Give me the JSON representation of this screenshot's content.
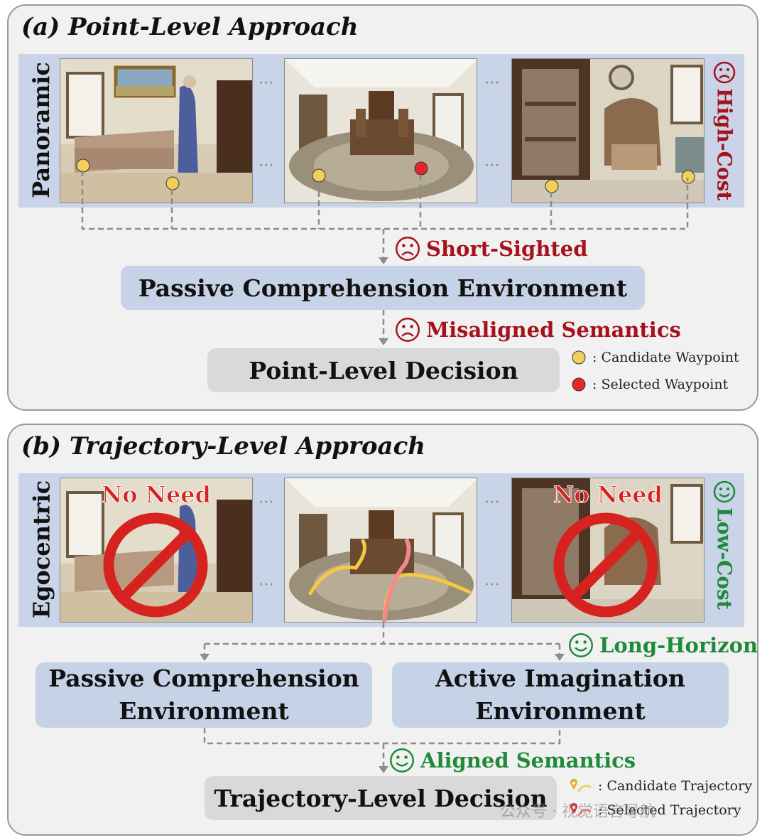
{
  "panel_a": {
    "title": "(a) Point-Level Approach",
    "view_label": "Panoramic",
    "cost_label": "High-Cost",
    "note_1": "Short-Sighted",
    "env_box": "Passive Comprehension Environment",
    "note_2": "Misaligned Semantics",
    "decision_box": "Point-Level Decision",
    "legend": {
      "candidate": ": Candidate Waypoint",
      "selected": ": Selected Waypoint"
    }
  },
  "panel_b": {
    "title": "(b) Trajectory-Level Approach",
    "view_label": "Egocentric",
    "cost_label": "Low-Cost",
    "no_need_left": "No Need",
    "no_need_right": "No Need",
    "note_1": "Long-Horizon",
    "passive_box": "Passive Comprehension Environment",
    "active_box": "Active Imagination Environment",
    "note_2": "Aligned Semantics",
    "decision_box": "Trajectory-Level Decision",
    "legend": {
      "candidate": ": Candidate Trajectory",
      "selected": ": Selected Trajectory"
    }
  },
  "watermark": "公众号 · 视觉语言导航",
  "colors": {
    "negative": "#a5121b",
    "positive": "#1f8a3a",
    "candidate_waypoint": "#f2cf5b",
    "selected_waypoint": "#e5262a",
    "box_blue": "#c6d2e6",
    "box_gray": "#d9d9d9",
    "strip_blue": "#c9d4e8"
  }
}
